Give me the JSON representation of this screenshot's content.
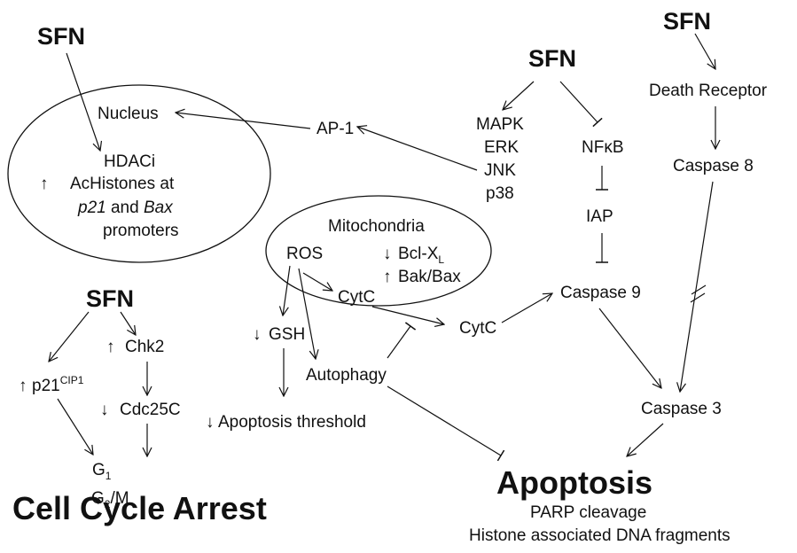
{
  "sfn_label": "SFN",
  "nodes": {
    "nucleus": "Nucleus",
    "hdaci": "HDACi",
    "achistones_line1": "AcHistones at",
    "p21_italic": "p21",
    "and_word": " and ",
    "bax_italic": "Bax",
    "promoters": "promoters",
    "ap1": "AP-1",
    "mapk": "MAPK",
    "erk": "ERK",
    "jnk": "JNK",
    "p38": "p38",
    "nfkb": "NFκB",
    "iap": "IAP",
    "death_receptor": "Death Receptor",
    "caspase8": "Caspase 8",
    "caspase9": "Caspase 9",
    "caspase3": "Caspase 3",
    "mitochondria": "Mitochondria",
    "ros": "ROS",
    "bcl_base": "Bcl-X",
    "bcl_sub": "L",
    "bak_bax": "Bak/Bax",
    "cytc_inner": "CytC",
    "cytc_outer": "CytC",
    "gsh": "GSH",
    "autophagy": "Autophagy",
    "apoptosis_threshold": "Apoptosis threshold",
    "chk2": "Chk2",
    "p21_base": "p21",
    "p21_sup": "CIP1",
    "cdc25c": "Cdc25C",
    "g1_base": "G",
    "g1_sub": "1",
    "g2m_base": "G",
    "g2m_sub": "2",
    "g2m_tail": "/M",
    "cell_cycle_arrest": "Cell Cycle Arrest",
    "apoptosis": "Apoptosis",
    "parp": "PARP cleavage",
    "histone_dna": "Histone associated DNA fragments"
  },
  "symbols": {
    "up_arrow": "↑",
    "down_arrow": "↓"
  }
}
